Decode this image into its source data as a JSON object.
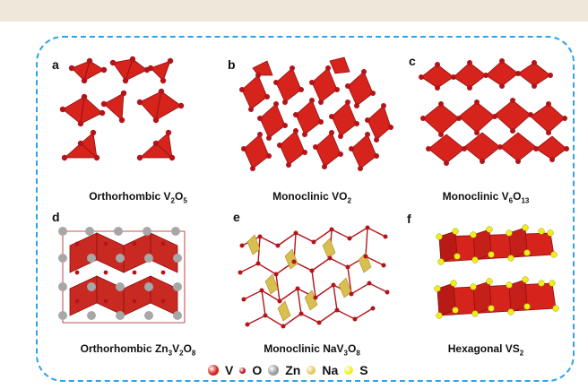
{
  "colors": {
    "frame": "#2fa3e6",
    "top_band": "#efe7d9",
    "vanadium": "#d6231c",
    "oxygen": "#b3141a",
    "zinc": "#9a9a9a",
    "sodium": "#e6c55a",
    "sulfur": "#f0ee1a"
  },
  "panels": [
    {
      "letter": "a",
      "caption": [
        {
          "t": "Orthorhombic V"
        },
        {
          "t": "2",
          "sub": true
        },
        {
          "t": "O"
        },
        {
          "t": "5",
          "sub": true
        }
      ]
    },
    {
      "letter": "b",
      "caption": [
        {
          "t": "Monoclinic VO"
        },
        {
          "t": "2",
          "sub": true
        }
      ]
    },
    {
      "letter": "c",
      "caption": [
        {
          "t": "Monoclinic V"
        },
        {
          "t": "6",
          "sub": true
        },
        {
          "t": "O"
        },
        {
          "t": "13",
          "sub": true
        }
      ]
    },
    {
      "letter": "d",
      "caption": [
        {
          "t": "Orthorhombic Zn"
        },
        {
          "t": "3",
          "sub": true
        },
        {
          "t": "V"
        },
        {
          "t": "2",
          "sub": true
        },
        {
          "t": "O"
        },
        {
          "t": "8",
          "sub": true
        }
      ]
    },
    {
      "letter": "e",
      "caption": [
        {
          "t": "Monoclinic NaV"
        },
        {
          "t": "3",
          "sub": true
        },
        {
          "t": "O"
        },
        {
          "t": "8",
          "sub": true
        }
      ]
    },
    {
      "letter": "f",
      "caption": [
        {
          "t": "Hexagonal VS"
        },
        {
          "t": "2",
          "sub": true
        }
      ]
    }
  ],
  "legend": [
    {
      "label": "V",
      "color": "#d6231c",
      "size": "large"
    },
    {
      "label": "O",
      "color": "#b3141a",
      "size": "small"
    },
    {
      "label": "Zn",
      "color": "#9a9a9a",
      "size": "large"
    },
    {
      "label": "Na",
      "color": "#e6c55a",
      "size": "medium"
    },
    {
      "label": "S",
      "color": "#f0ee1a",
      "size": "medium"
    }
  ]
}
